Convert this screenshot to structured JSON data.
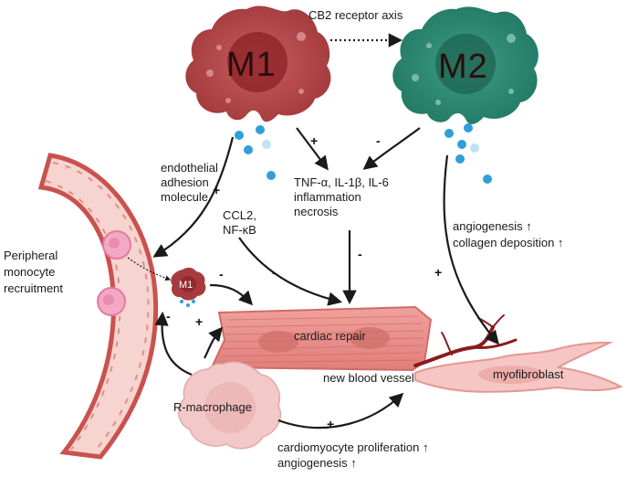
{
  "labels": {
    "cb2_axis": "CB2 receptor axis",
    "m1_big": "M1",
    "m2_big": "M2",
    "endothelial_1": "endothelial",
    "endothelial_2": "adhesion",
    "endothelial_3": "molecule",
    "ccl2": "CCL2,",
    "nfkb": "NF-κB",
    "cytokines_1": "TNF-α, IL-1β, IL-6",
    "cytokines_2": "inflammation",
    "cytokines_3": "necrosis",
    "angio_1": "angiogenesis ↑",
    "angio_2": "collagen deposition ↑",
    "peripheral_1": "Peripheral",
    "peripheral_2": "monocyte",
    "peripheral_3": "recruitment",
    "m1_small": "M1",
    "cardiac_repair": "cardiac repair",
    "new_vessel": "new blood vessel",
    "myofibroblast": "myofibroblast",
    "r_macrophage": "R-macrophage",
    "bottom_1": "cardiomyocyte proliferation ↑",
    "bottom_2": "angiogenesis ↑"
  },
  "signs": {
    "m1_to_cyto": "+",
    "m2_to_cyto": "-",
    "m1_to_vessel": "+",
    "cyto_to_repair": "-",
    "ccl2_to_repair": "-",
    "m2_to_myofib": "+",
    "m1small_to_repair": "-",
    "r_to_vessel": "-",
    "r_to_repair": "+",
    "r_to_newvessel": "+"
  },
  "colors": {
    "m1_cell": "#b5474a",
    "m1_nucleus": "#8c2226",
    "m2_cell": "#2e8a73",
    "m2_nucleus": "#1d6452",
    "vessel_wall": "#c9524f",
    "vessel_inner": "#f6d4cf",
    "cardio": "#e88a86",
    "myofib": "#f5c6c3",
    "r_macro": "#f3c8c8",
    "blue_dot": "#2e9fd8"
  }
}
